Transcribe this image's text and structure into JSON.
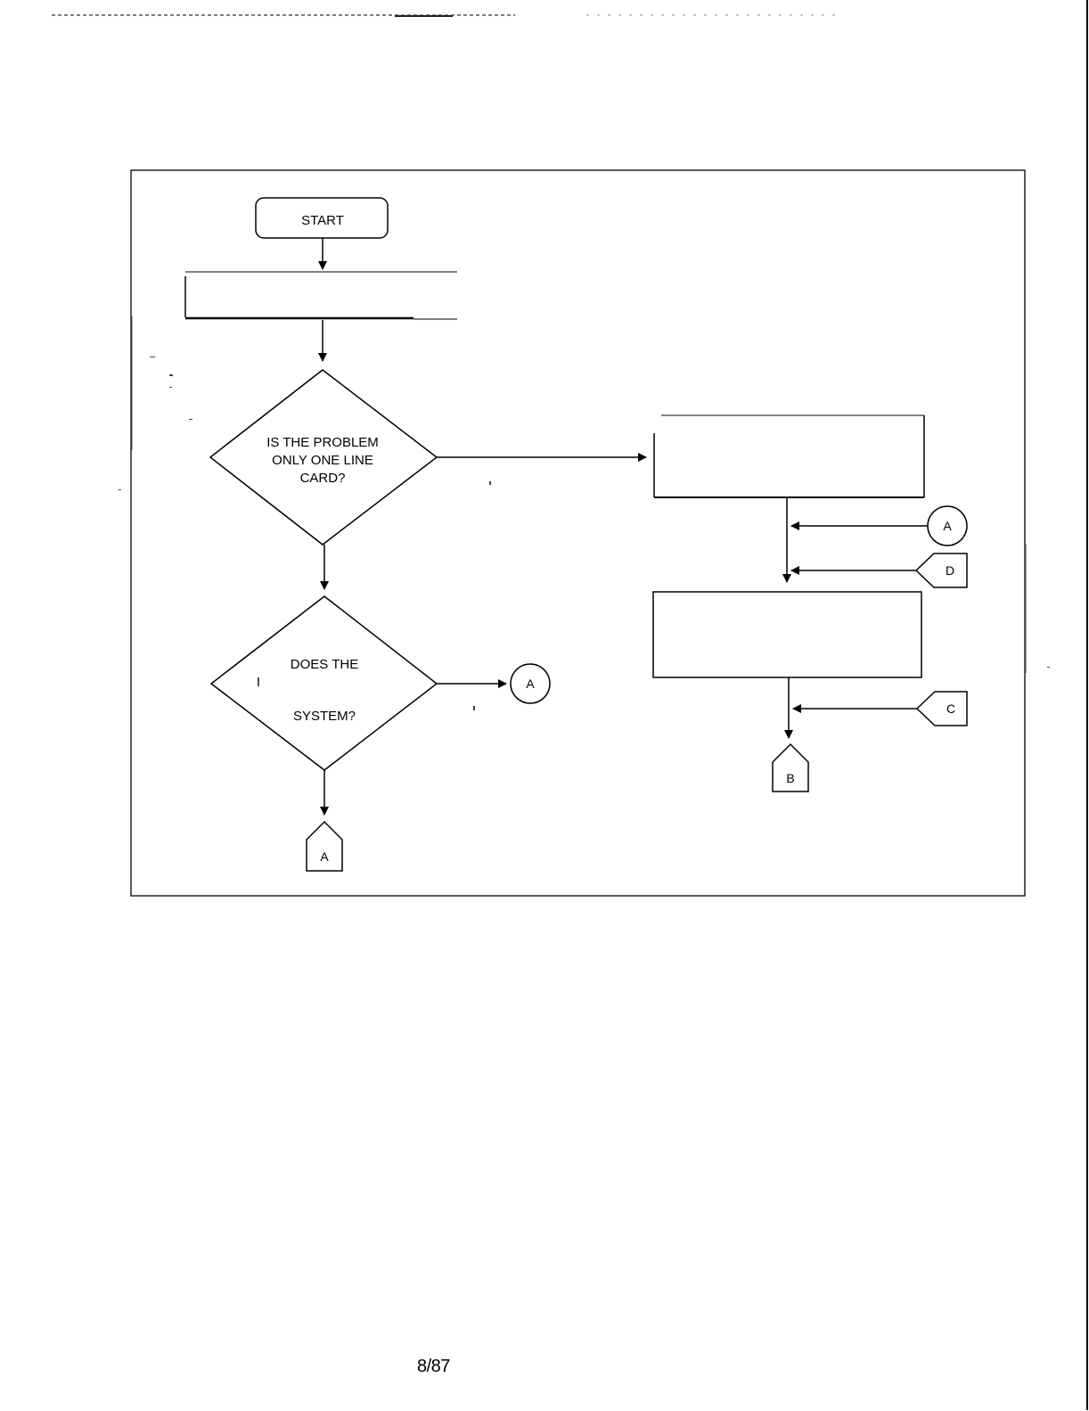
{
  "flowchart": {
    "start_label": "START",
    "decision_1": {
      "line1": "IS THE PROBLEM",
      "line2": "ONLY ONE LINE",
      "line3": "CARD?"
    },
    "decision_2": {
      "line1": "DOES THE",
      "line2": "SYSTEM?",
      "stray_mark": "I"
    },
    "connectors": {
      "decision2_right_circle": "A",
      "decision2_bottom_offpage": "A",
      "right_in_circle": "A",
      "right_in_offpage_d": "D",
      "right_in_offpage_c": "C",
      "right_bottom_offpage": "B"
    }
  },
  "footer": {
    "page_number": "8/87"
  },
  "colors": {
    "ink": "#000000",
    "paper": "#ffffff"
  }
}
